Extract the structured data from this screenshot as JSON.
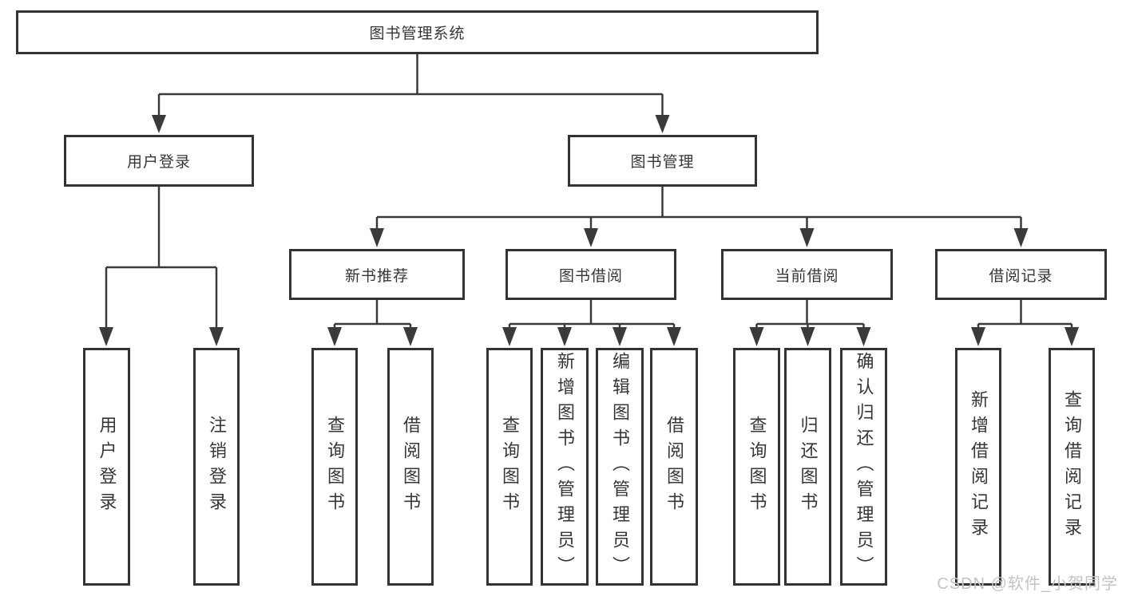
{
  "tree": {
    "label": "图书管理系统",
    "children": [
      {
        "label": "用户登录",
        "children": [
          {
            "label": "用户登录"
          },
          {
            "label": "注销登录"
          }
        ]
      },
      {
        "label": "图书管理",
        "children": [
          {
            "label": "新书推荐",
            "children": [
              {
                "label": "查询图书"
              },
              {
                "label": "借阅图书"
              }
            ]
          },
          {
            "label": "图书借阅",
            "children": [
              {
                "label": "查询图书"
              },
              {
                "label": "新增图书（管理员）"
              },
              {
                "label": "编辑图书（管理员）"
              },
              {
                "label": "借阅图书"
              }
            ]
          },
          {
            "label": "当前借阅",
            "children": [
              {
                "label": "查询图书"
              },
              {
                "label": "归还图书"
              },
              {
                "label": "确认归还（管理员）"
              }
            ]
          },
          {
            "label": "借阅记录",
            "children": [
              {
                "label": "新增借阅记录"
              },
              {
                "label": "查询借阅记录"
              }
            ]
          }
        ]
      }
    ]
  },
  "watermark": {
    "text": "CSDN @软件_小贺同学"
  },
  "colors": {
    "line": "#3a3a3a",
    "box_border": "#333333",
    "text": "#363636",
    "watermark": "#c3c3c3",
    "background": "#ffffff"
  }
}
